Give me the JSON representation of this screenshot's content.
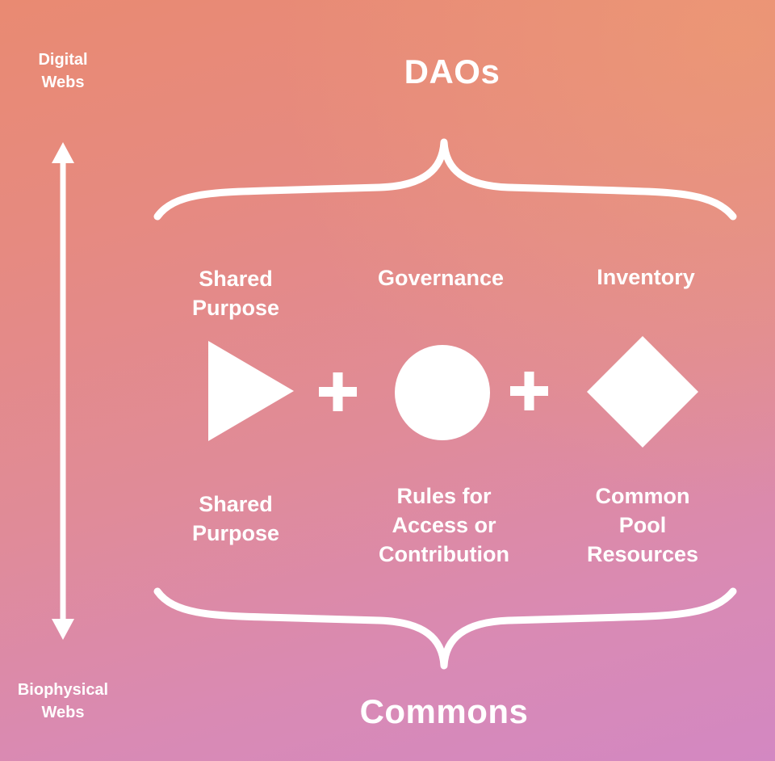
{
  "axis": {
    "top_label": "Digital\nWebs",
    "bottom_label": "Biophysical\nWebs"
  },
  "titles": {
    "top": "DAOs",
    "bottom": "Commons"
  },
  "columns": [
    {
      "top_label": "Shared\nPurpose",
      "shape": "triangle",
      "bottom_label": "Shared\nPurpose"
    },
    {
      "top_label": "Governance",
      "shape": "circle",
      "bottom_label": "Rules for\nAccess or\nContribution"
    },
    {
      "top_label": "Inventory",
      "shape": "diamond",
      "bottom_label": "Common\nPool\nResources"
    }
  ],
  "operators": [
    "+",
    "+"
  ]
}
